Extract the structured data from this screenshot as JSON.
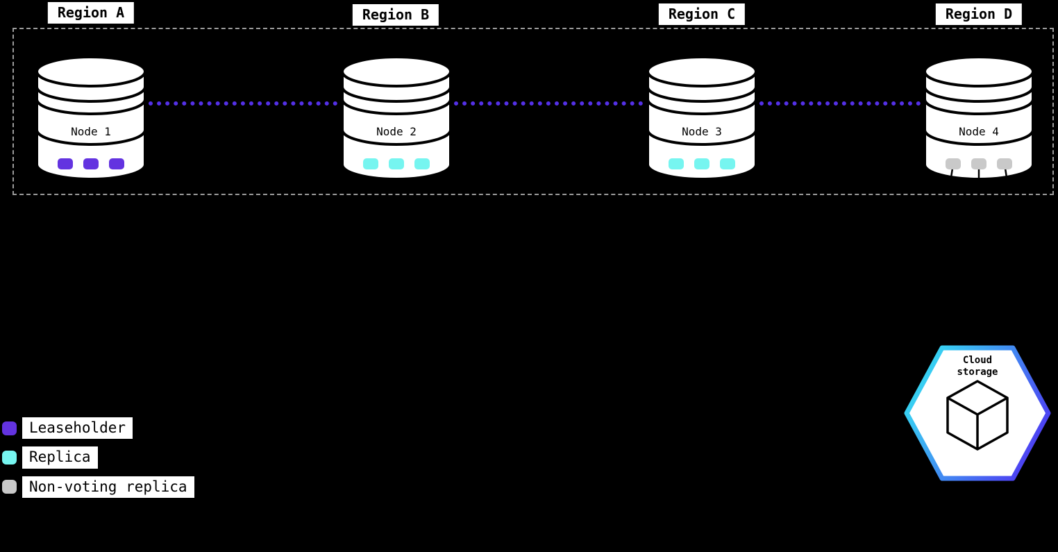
{
  "regions": [
    {
      "label": "Region A"
    },
    {
      "label": "Region B"
    },
    {
      "label": "Region C"
    },
    {
      "label": "Region D"
    }
  ],
  "nodes": [
    {
      "label": "Node 1",
      "replica_type": "leaseholder",
      "replica_color": "#6333e0",
      "replica_count": 3
    },
    {
      "label": "Node 2",
      "replica_type": "replica",
      "replica_color": "#76f5f0",
      "replica_count": 3
    },
    {
      "label": "Node 3",
      "replica_type": "replica",
      "replica_color": "#76f5f0",
      "replica_count": 3
    },
    {
      "label": "Node 4",
      "replica_type": "non-voting replica",
      "replica_color": "#c9c9c9",
      "replica_count": 3,
      "links_to_cloud_storage": true
    }
  ],
  "connections": {
    "style": "dotted",
    "color": "#5430e8"
  },
  "legend": {
    "items": [
      {
        "label": "Leaseholder",
        "color": "#6333e0"
      },
      {
        "label": "Replica",
        "color": "#76f5f0"
      },
      {
        "label": "Non-voting replica",
        "color": "#c9c9c9"
      }
    ]
  },
  "cloud_storage": {
    "line1": "Cloud",
    "line2": "storage",
    "border_gradient": [
      "#35dff2",
      "#4f35f2"
    ]
  },
  "colors": {
    "background": "#000000",
    "node_fill": "#ffffff",
    "node_stroke": "#000000",
    "cluster_dashed_border": "#9b9b9b",
    "label_background": "#ffffff",
    "label_text": "#000000"
  }
}
